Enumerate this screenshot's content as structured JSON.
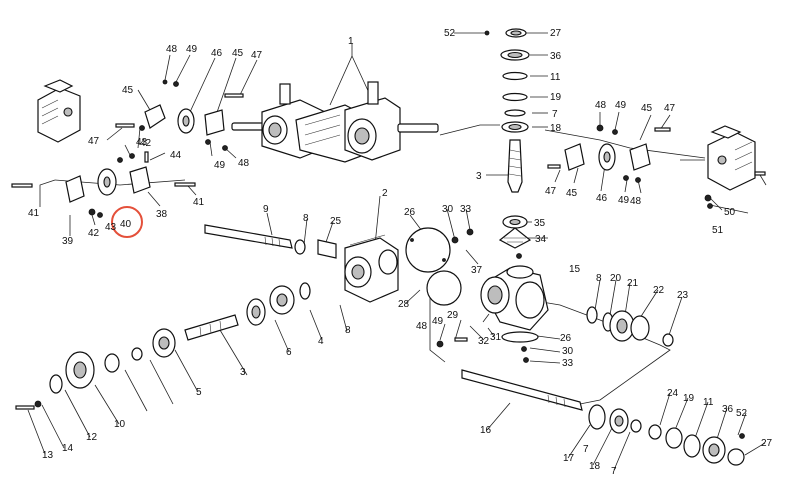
{
  "diagram": {
    "highlighted_part": "40",
    "highlight_color": "#e4503a",
    "labels": [
      "52",
      "27",
      "36",
      "11",
      "19",
      "7",
      "18",
      "1",
      "48",
      "49",
      "46",
      "45",
      "47",
      "43",
      "42",
      "44",
      "41",
      "39",
      "40",
      "38",
      "3",
      "2",
      "9",
      "8",
      "25",
      "26",
      "30",
      "33",
      "35",
      "34",
      "37",
      "15",
      "28",
      "20",
      "21",
      "22",
      "23",
      "29",
      "31",
      "32",
      "5",
      "6",
      "4",
      "10",
      "12",
      "13",
      "14",
      "16",
      "17",
      "24",
      "50",
      "51"
    ]
  }
}
